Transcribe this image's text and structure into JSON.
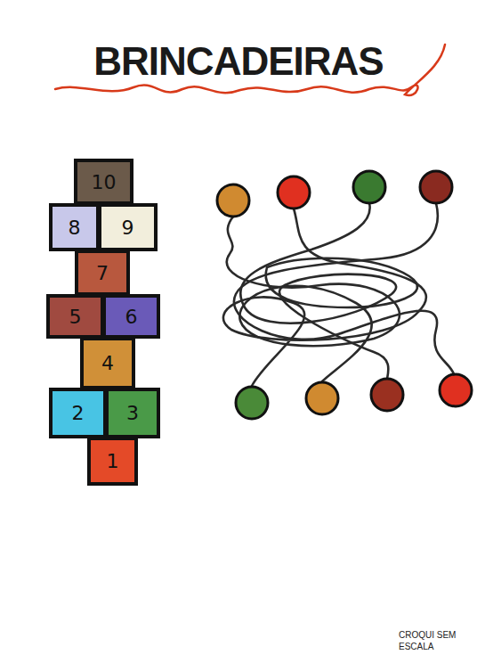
{
  "diagram": {
    "title": "BRINCADEIRAS",
    "nodes": [
      {
        "text": [
          "10"
        ]
      },
      {
        "text": [
          "8"
        ]
      },
      {
        "text": [
          "9"
        ]
      },
      {
        "text": [
          "7"
        ]
      },
      {
        "text": [
          "5"
        ]
      },
      {
        "text": [
          "6"
        ]
      },
      {
        "text": [
          "4"
        ]
      },
      {
        "text": [
          "2"
        ]
      },
      {
        "text": [
          "3"
        ]
      },
      {
        "text": [
          "1"
        ]
      }
    ],
    "labels": [
      "CROQUI SEM ESCALA"
    ]
  }
}
